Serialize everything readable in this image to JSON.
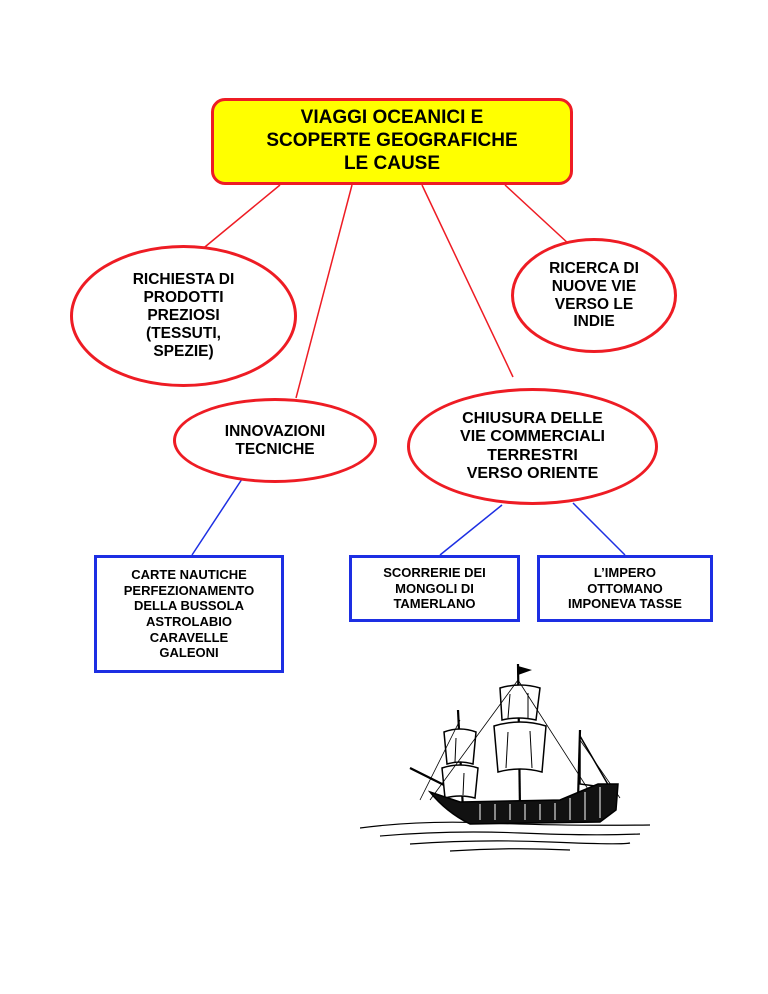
{
  "title": "VIAGGI OCEANICI E\nSCOPERTE GEOGRAFICHE\nLE CAUSE",
  "causes": {
    "richiesta": "RICHIESTA DI\nPRODOTTI\nPREZIOSI\n(TESSUTI,\nSPEZIE)",
    "ricerca": "RICERCA DI\nNUOVE VIE\nVERSO LE\nINDIE",
    "innovazioni": "INNOVAZIONI\nTECNICHE",
    "chiusura": "CHIUSURA DELLE\nVIE COMMERCIALI\nTERRESTRI\nVERSO ORIENTE"
  },
  "details": {
    "innovazioni_list": "CARTE NAUTICHE\nPERFEZIONAMENTO\nDELLA BUSSOLA\nASTROLABIO\nCARAVELLE\nGALEONI",
    "scorrerie": "SCORRERIE DEI\nMONGOLI DI\nTAMERLANO",
    "impero": "L’IMPERO\nOTTOMANO\nIMPONEVA TASSE"
  },
  "colors": {
    "title_fill": "#ffff00",
    "red_connector": "#ee1c24",
    "blue_connector": "#1d2fe3"
  },
  "illustration": "sailing-ship"
}
